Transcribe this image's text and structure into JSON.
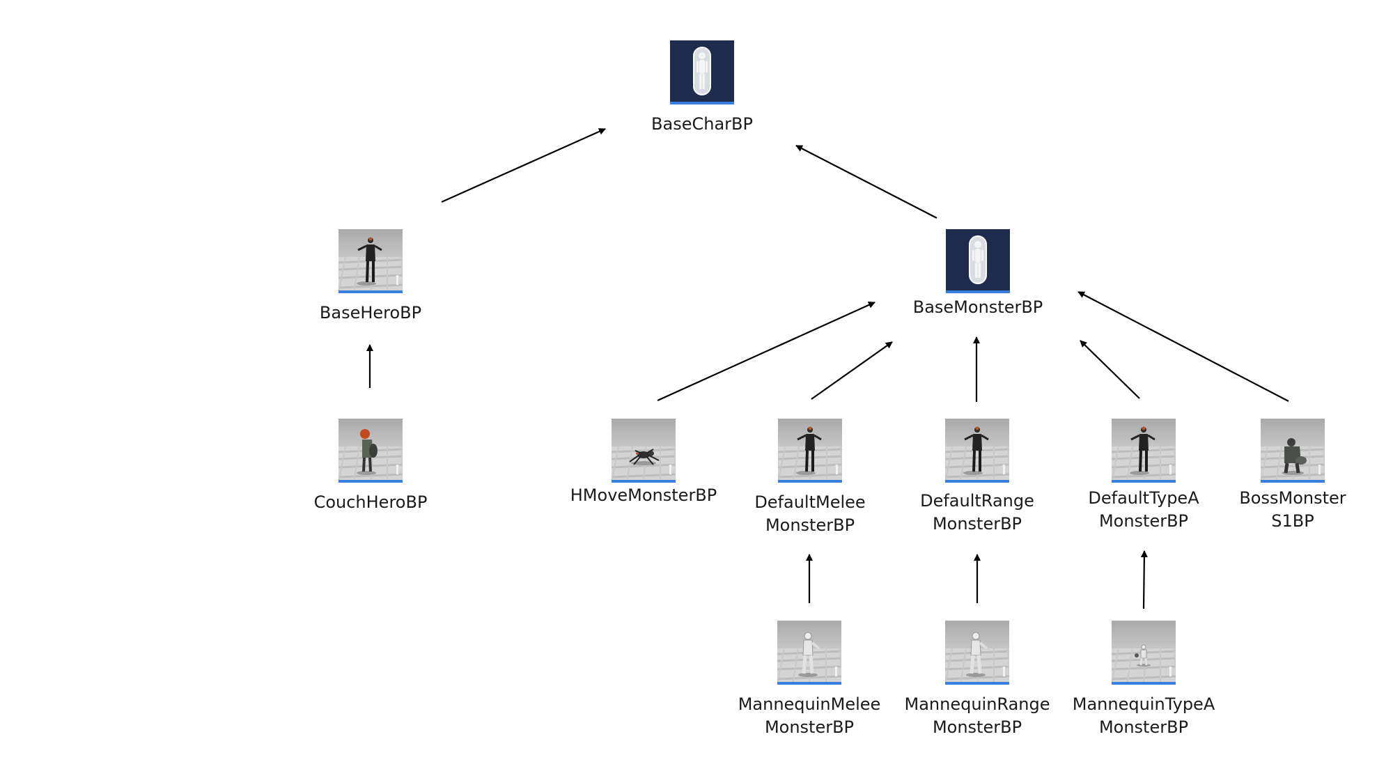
{
  "colors": {
    "arrow": "#000000",
    "thumb_underline": "#3a7ee0",
    "base_thumb_bg": "#1f2b4d",
    "scene_thumb_bg": "#b8b8b8"
  },
  "nodes": [
    {
      "id": "basechar",
      "label": [
        "BaseCharBP"
      ],
      "thumb": "base-character-icon"
    },
    {
      "id": "basehero",
      "label": [
        "BaseHeroBP"
      ],
      "thumb": "hero-preview"
    },
    {
      "id": "basemonster",
      "label": [
        "BaseMonsterBP"
      ],
      "thumb": "base-character-icon"
    },
    {
      "id": "couchhero",
      "label": [
        "CouchHeroBP"
      ],
      "thumb": "hero-red-hair-preview"
    },
    {
      "id": "hmovemonster",
      "label": [
        "HMoveMonsterBP"
      ],
      "thumb": "spider-preview"
    },
    {
      "id": "defaultmelee",
      "label": [
        "DefaultMelee",
        "MonsterBP"
      ],
      "thumb": "hero-preview"
    },
    {
      "id": "defaultrange",
      "label": [
        "DefaultRange",
        "MonsterBP"
      ],
      "thumb": "hero-preview"
    },
    {
      "id": "defaulttypea",
      "label": [
        "DefaultTypeA",
        "MonsterBP"
      ],
      "thumb": "hero-preview"
    },
    {
      "id": "bossmonster",
      "label": [
        "BossMonster",
        "S1BP"
      ],
      "thumb": "boss-preview"
    },
    {
      "id": "mannequinmelee",
      "label": [
        "MannequinMelee",
        "MonsterBP"
      ],
      "thumb": "mannequin-preview"
    },
    {
      "id": "mannequinrange",
      "label": [
        "MannequinRange",
        "MonsterBP"
      ],
      "thumb": "mannequin-preview"
    },
    {
      "id": "mannequintypea",
      "label": [
        "MannequinTypeA",
        "MonsterBP"
      ],
      "thumb": "mannequin-small-preview"
    }
  ],
  "edges": [
    {
      "from": "basehero",
      "to": "basechar"
    },
    {
      "from": "basemonster",
      "to": "basechar"
    },
    {
      "from": "couchhero",
      "to": "basehero"
    },
    {
      "from": "hmovemonster",
      "to": "basemonster"
    },
    {
      "from": "defaultmelee",
      "to": "basemonster"
    },
    {
      "from": "defaultrange",
      "to": "basemonster"
    },
    {
      "from": "defaulttypea",
      "to": "basemonster"
    },
    {
      "from": "bossmonster",
      "to": "basemonster"
    },
    {
      "from": "mannequinmelee",
      "to": "defaultmelee"
    },
    {
      "from": "mannequinrange",
      "to": "defaultrange"
    },
    {
      "from": "mannequintypea",
      "to": "defaulttypea"
    }
  ]
}
